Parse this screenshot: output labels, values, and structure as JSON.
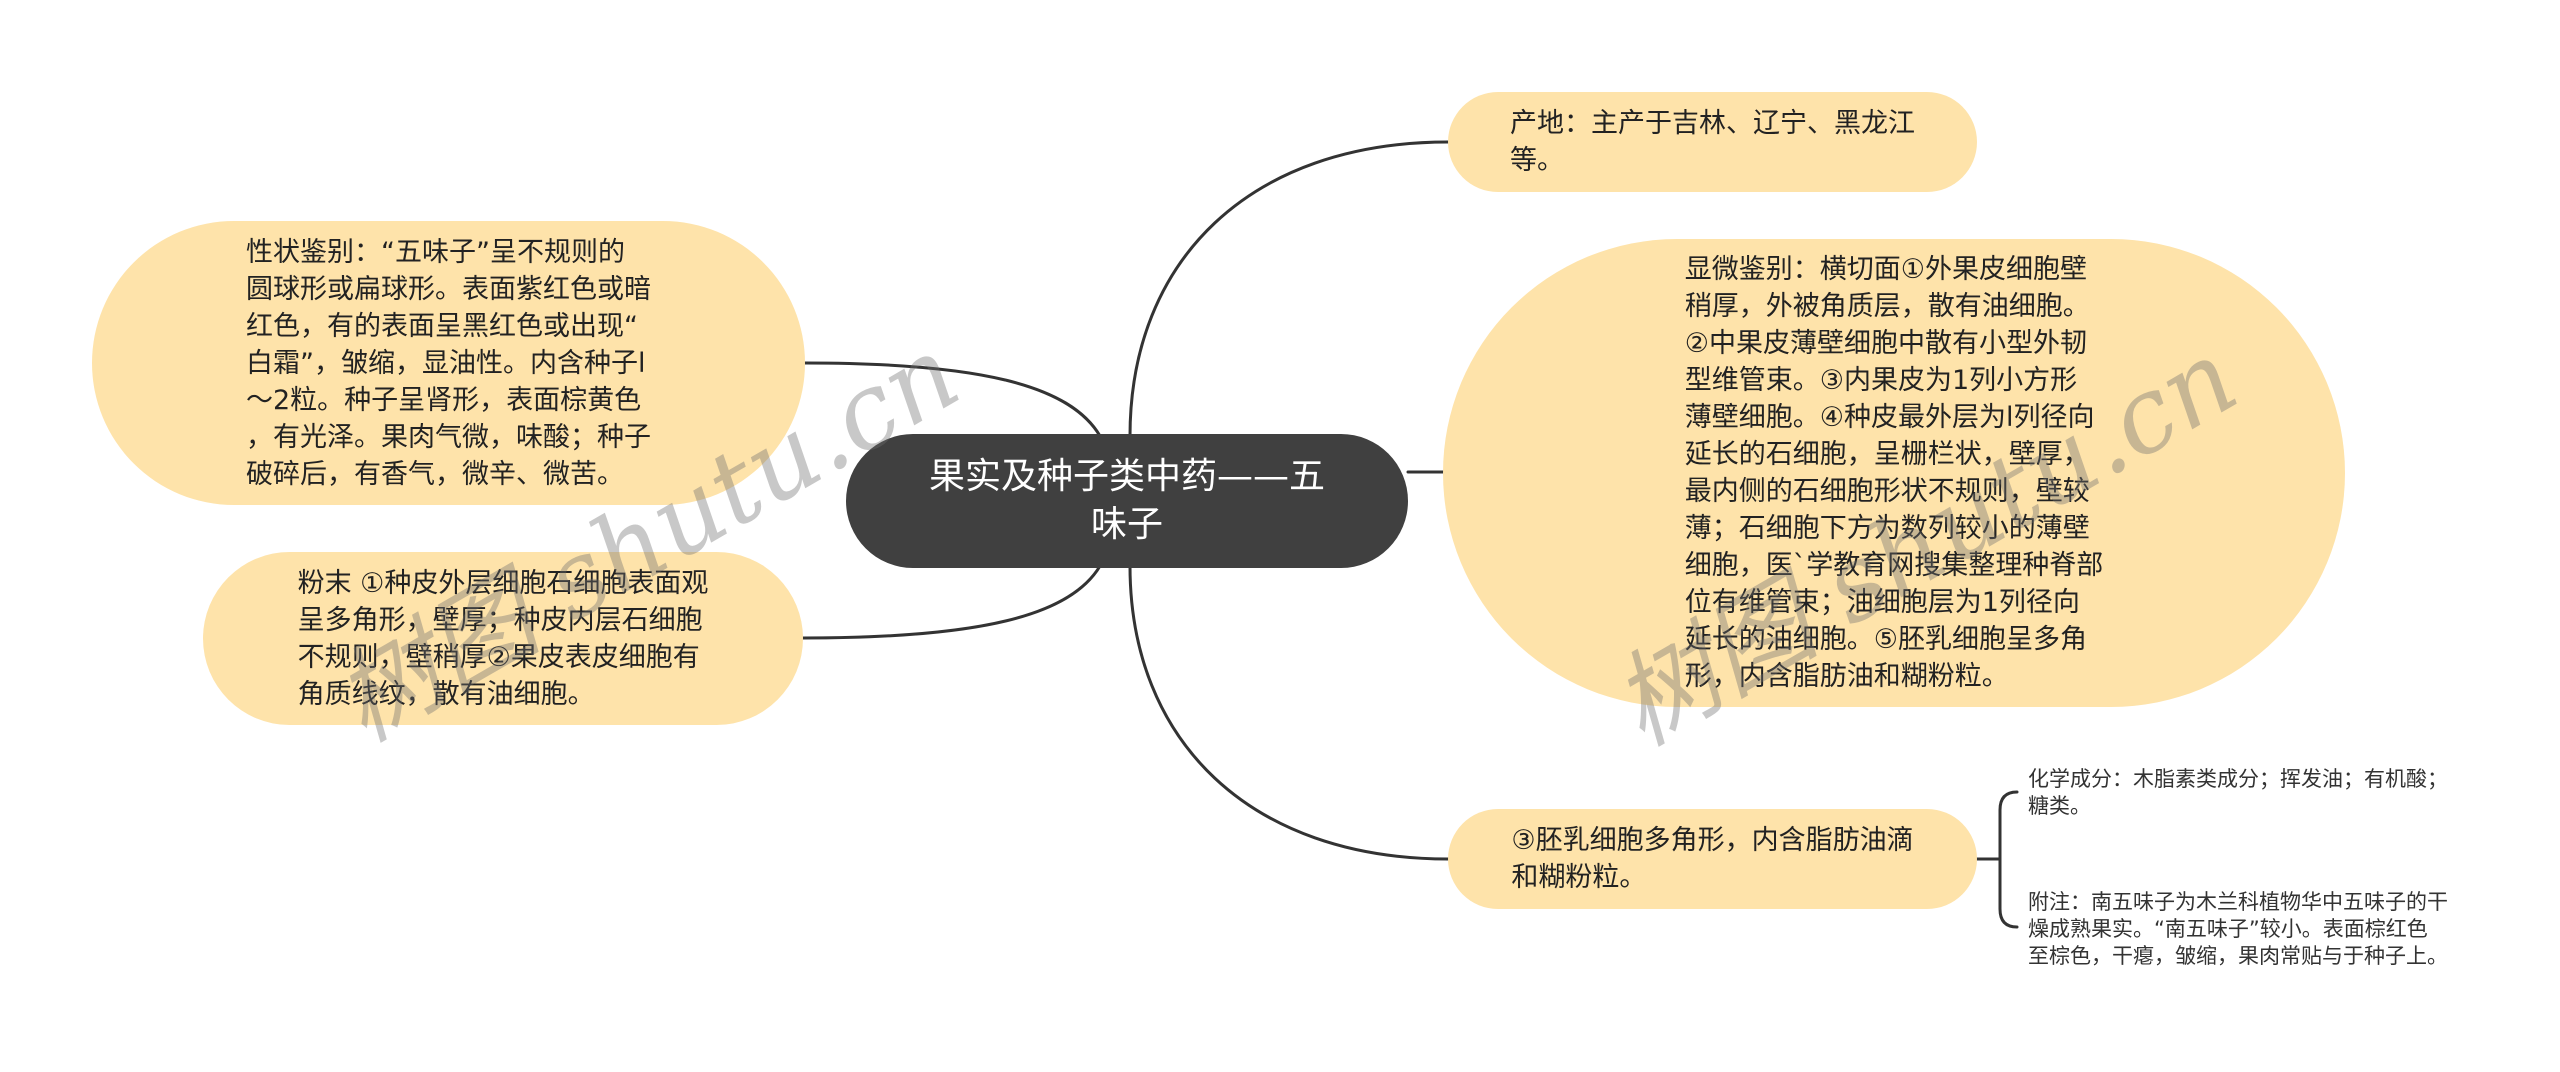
{
  "colors": {
    "node_fill": "#FEE3AA",
    "central_fill": "#404040",
    "line": "#333333",
    "text": "#222222",
    "central_text": "#FFFFFF",
    "small_text": "#333333"
  },
  "mindmap": {
    "central_topic": {
      "lines": [
        "果实及种子类中药——五",
        "味子"
      ]
    },
    "branches": {
      "origin": {
        "lines": [
          "产地：主产于吉林、辽宁、黑龙江",
          "等。"
        ]
      },
      "microscopic": {
        "lines": [
          "显微鉴别：横切面①外果皮细胞壁",
          "稍厚，外被角质层，散有油细胞。",
          "②中果皮薄壁细胞中散有小型外韧",
          "型维管束。③内果皮为1列小方形",
          "薄壁细胞。④种皮最外层为l列径向",
          "延长的石细胞，呈栅栏状，壁厚，",
          "最内侧的石细胞形状不规则，壁较",
          "薄；石细胞下方为数列较小的薄壁",
          "细胞，医`学教育网搜集整理种脊部",
          "位有维管束；油细胞层为1列径向",
          "延长的油细胞。⑤胚乳细胞呈多角",
          "形，内含脂肪油和糊粉粒。"
        ]
      },
      "endosperm": {
        "lines": [
          "③胚乳细胞多角形，内含脂肪油滴",
          "和糊粉粒。"
        ],
        "children": [
          {
            "lines": [
              "化学成分：木脂素类成分；挥发油；有机酸；",
              "糖类。"
            ]
          },
          {
            "lines": [
              "附注：南五味子为木兰科植物华中五味子的干",
              "燥成熟果实。“南五味子”较小。表面棕红色",
              "至棕色，干瘪，皱缩，果肉常贴与于种子上。"
            ]
          }
        ]
      },
      "characteristics": {
        "lines": [
          "性状鉴别：“五味子”呈不规则的",
          "圆球形或扁球形。表面紫红色或暗",
          "红色，有的表面呈黑红色或出现“",
          "白霜”，皱缩，显油性。内含种子l",
          "～2粒。种子呈肾形，表面棕黄色",
          "，有光泽。果肉气微，味酸；种子",
          "破碎后，有香气，微辛、微苦。"
        ]
      },
      "powder": {
        "lines": [
          "粉末 ①种皮外层细胞石细胞表面观",
          "呈多角形，壁厚；种皮内层石细胞",
          "不规则，壁稍厚②果皮表皮细胞有",
          "角质线纹，散有油细胞。"
        ]
      }
    }
  },
  "watermark": "树图 shutu.cn"
}
